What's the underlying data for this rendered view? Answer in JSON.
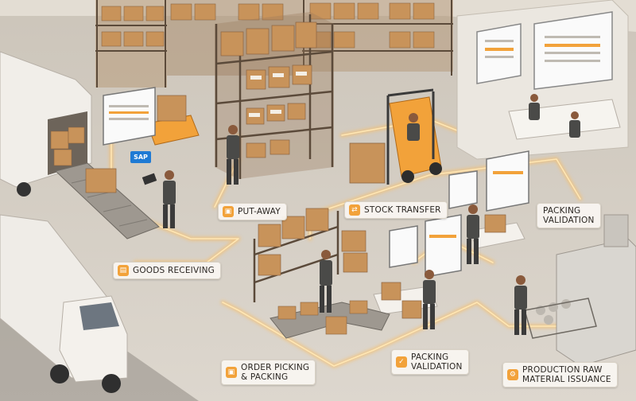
{
  "brand": {
    "sap_badge": "SAP"
  },
  "labels": {
    "goods_receiving": "GOODS RECEIVING",
    "put_away": "PUT-AWAY",
    "stock_transfer": "STOCK TRANSFER",
    "packing_validation_top": {
      "line1": "PACKING",
      "line2": "VALIDATION"
    },
    "packing_validation_bottom": {
      "line1": "PACKING",
      "line2": "VALIDATION"
    },
    "order_picking": {
      "line1": "ORDER PICKING",
      "line2": "& PACKING"
    },
    "production_issuance": {
      "line1": "PRODUCTION RAW",
      "line2": "MATERIAL ISSUANCE"
    }
  },
  "icons": {
    "goods_receiving": "clipboard-icon",
    "put_away": "box-icon",
    "stock_transfer": "transfer-arrows-icon",
    "order_picking": "box-icon",
    "packing_validation": "clipboard-check-icon",
    "production_issuance": "gear-icon"
  },
  "colors": {
    "accent": "#f2a23a",
    "flow_path": "#f5c070",
    "floor": "#d8d2c8",
    "cardboard": "#c8935a",
    "rack": "#6b5a48"
  }
}
